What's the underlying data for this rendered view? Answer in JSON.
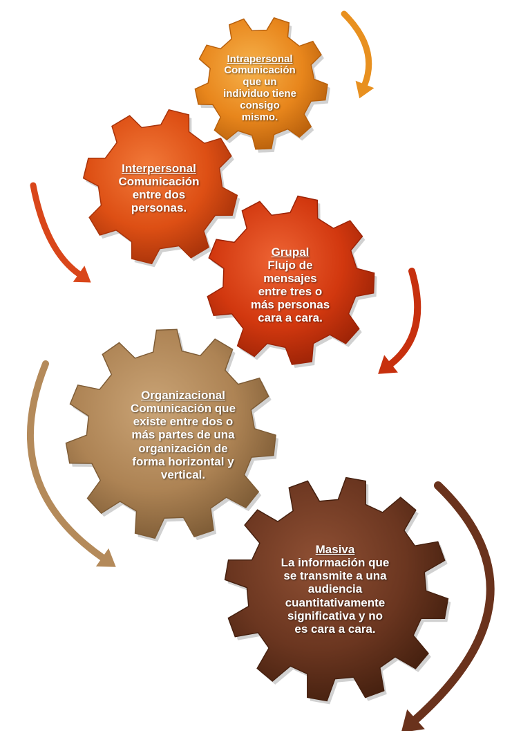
{
  "gears": [
    {
      "id": "intrapersonal",
      "title": "Intrapersonal",
      "lines": [
        "Comunicación",
        "que un",
        "individuo tiene",
        "consigo",
        "mismo."
      ],
      "color": "#e8861c",
      "light": "#f6b24c",
      "dark": "#b8600c"
    },
    {
      "id": "interpersonal",
      "title": "Interpersonal",
      "lines": [
        "Comunicación",
        "entre dos",
        "personas."
      ],
      "color": "#dd4f14",
      "light": "#f27a3a",
      "dark": "#a8330a"
    },
    {
      "id": "grupal",
      "title": "Grupal",
      "lines": [
        "Flujo de",
        "mensajes",
        "entre tres o",
        "más personas",
        "cara a cara."
      ],
      "color": "#d2380f",
      "light": "#ee6434",
      "dark": "#9c2306"
    },
    {
      "id": "organizacional",
      "title": "Organizacional",
      "lines": [
        "Comunicación que",
        "existe entre dos o",
        "más partes de una",
        "organización de",
        "forma horizontal y",
        "vertical."
      ],
      "color": "#ad8354",
      "light": "#caa476",
      "dark": "#7e5c36"
    },
    {
      "id": "masiva",
      "title": "Masiva",
      "lines": [
        "La información que",
        "se transmite a una",
        "audiencia",
        "cuantitativamente",
        "significativa y no",
        "es cara a cara."
      ],
      "color": "#6b3620",
      "light": "#8f5034",
      "dark": "#45200f"
    }
  ],
  "arrow_colors": {
    "intrapersonal": "#e8901f",
    "interpersonal": "#d9461a",
    "grupal": "#c7300e",
    "organizacional": "#b48a5a",
    "masiva": "#6a321c"
  }
}
